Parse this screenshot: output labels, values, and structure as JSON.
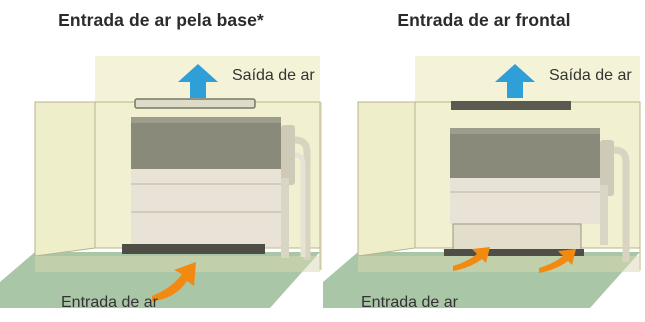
{
  "diagrams": [
    {
      "title": "Entrada de ar pela base*",
      "outlet_label": "Saída de ar",
      "inlet_label": "Entrada de ar",
      "inlet_position": "base"
    },
    {
      "title": "Entrada de ar frontal",
      "outlet_label": "Saída de ar",
      "inlet_label": "Entrada de ar",
      "inlet_position": "front"
    }
  ],
  "colors": {
    "wall": "#f0efce",
    "wall_back": "#f4f3d8",
    "floor": "#a9c6a6",
    "unit_top": "#8a8a7a",
    "unit_body": "#e8e3d6",
    "grille": "#4e4e46",
    "arrow_blue": "#2f9fd8",
    "arrow_orange": "#f28a12"
  }
}
